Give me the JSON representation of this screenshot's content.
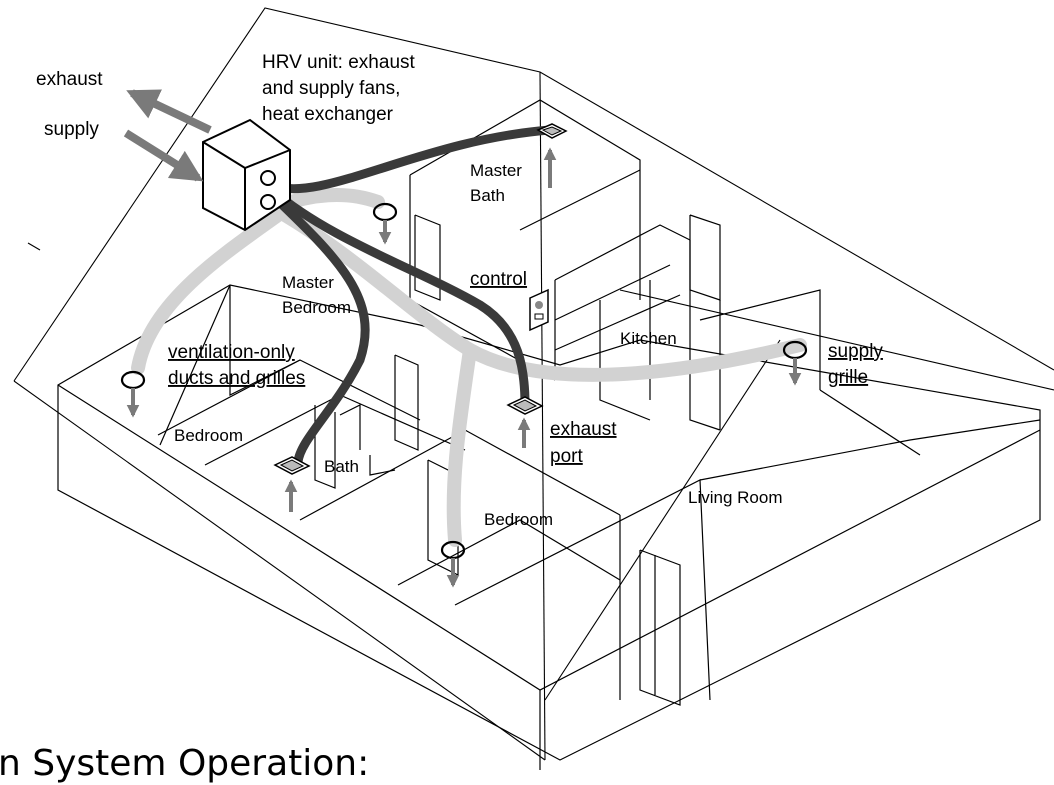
{
  "colors": {
    "exhaust_duct": "#3a3a3a",
    "supply_duct": "#d2d2d2",
    "arrow": "#7a7a7a",
    "line": "#000000",
    "background": "#ffffff"
  },
  "labels": {
    "exhaust": "exhaust",
    "supply": "supply",
    "hrv_line1": "HRV unit: exhaust",
    "hrv_line2": "and supply fans,",
    "hrv_line3": "heat exchanger",
    "master_bath_1": "Master",
    "master_bath_2": "Bath",
    "master_bedroom_1": "Master",
    "master_bedroom_2": "Bedroom",
    "control": "control",
    "kitchen": "Kitchen",
    "ventilation_1": "ventilation-only",
    "ventilation_2": "ducts and grilles",
    "supply_grille_1": "supply",
    "supply_grille_2": "grille",
    "bedroom_left": "Bedroom",
    "bath": "Bath",
    "exhaust_port_1": "exhaust",
    "exhaust_port_2": "port",
    "living_room": "Living Room",
    "bedroom_bottom": "Bedroom"
  },
  "caption": "n System Operation:",
  "icons": {
    "hrv_unit": "hrv-box-icon",
    "supply_grille": "supply-grille-icon",
    "exhaust_port": "exhaust-port-icon",
    "control_panel": "control-panel-icon"
  }
}
